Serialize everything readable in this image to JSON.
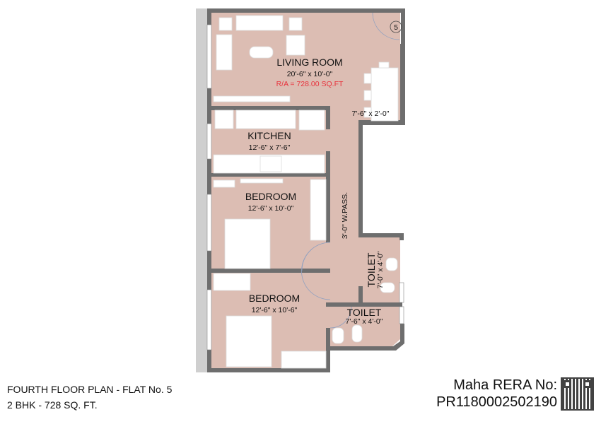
{
  "plan": {
    "unit_number": "5",
    "rooms": [
      {
        "name": "LIVING ROOM",
        "size": "20'-6\" x 10'-0\""
      },
      {
        "name": "KITCHEN",
        "size": "12'-6\" x 7'-6\""
      },
      {
        "name": "BEDROOM",
        "size": "12'-6\" x 10'-0\""
      },
      {
        "name": "BEDROOM",
        "size": "12'-6\" x 10'-6\""
      },
      {
        "name": "TOILET",
        "size": "7'-0\" x 4'-0\""
      },
      {
        "name": "TOILET",
        "size": "7'-6\" x 4'-0\""
      }
    ],
    "rera_area": "R/A = 728.00 SQ.FT",
    "dining_size": "7'-6\" x 2'-0\"",
    "passage": "3'-0\" W.PASS."
  },
  "footer": {
    "title": "FOURTH FLOOR PLAN - FLAT No. 5",
    "subtitle": "2 BHK - 728 SQ. FT.",
    "rera_label": "Maha RERA  No:",
    "rera_number": "PR1180002502190"
  },
  "colors": {
    "floor": "#dcbdb3",
    "wall": "#6e6e6e",
    "area": "#e8323c"
  }
}
